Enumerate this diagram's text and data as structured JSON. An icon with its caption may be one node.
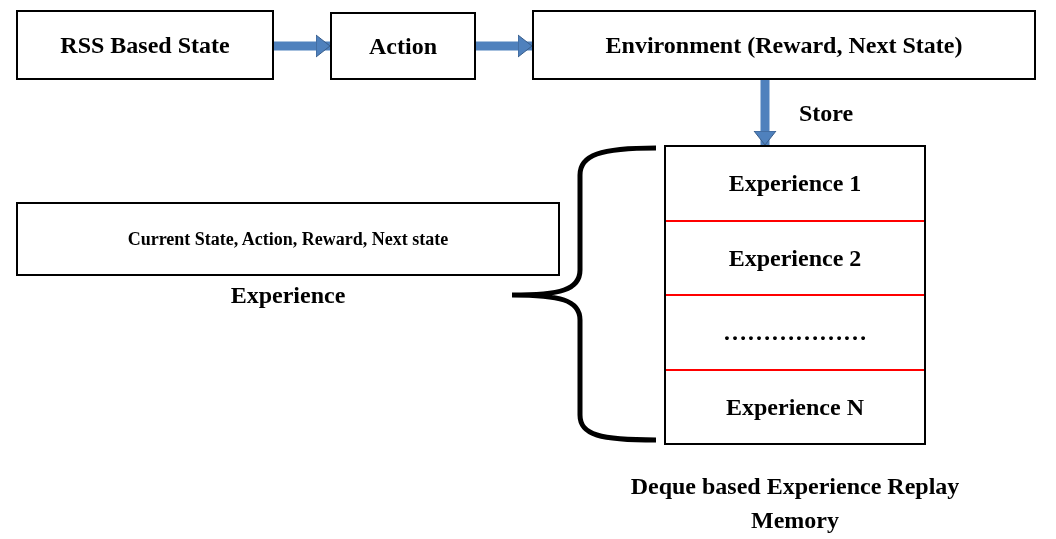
{
  "diagram": {
    "nodes": [
      {
        "text": [
          "RSS Based State"
        ]
      },
      {
        "text": [
          "Action"
        ]
      },
      {
        "text": [
          "Environment (Reward, Next State)"
        ]
      },
      {
        "text": [],
        "shape": "box",
        "beside": [
          "Deque based Experience Replay Memory"
        ]
      },
      {
        "text": [
          "Experience 1"
        ],
        "in": 3
      },
      {
        "text": [
          "Experience 2"
        ],
        "in": 3
      },
      {
        "text": [
          "………………"
        ],
        "in": 3
      },
      {
        "text": [
          "Experience N"
        ],
        "in": 3
      },
      {
        "text": [
          "Current State, Action, Reward, Next state",
          "Experience"
        ]
      }
    ],
    "edges": [
      {
        "from": 0,
        "to": 1,
        "arrow": "to"
      },
      {
        "from": 1,
        "to": 2,
        "arrow": "to"
      },
      {
        "from": 2,
        "to": 3,
        "arrow": "to",
        "label": "Store"
      }
    ]
  }
}
